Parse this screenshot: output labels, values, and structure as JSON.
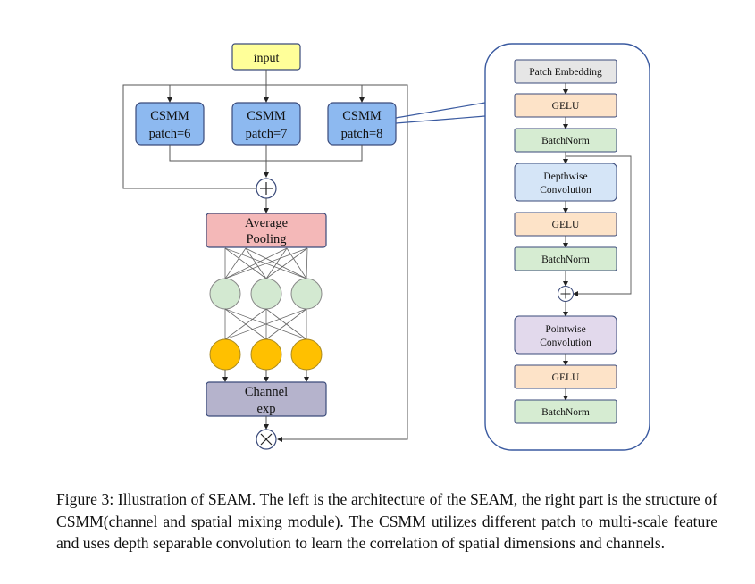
{
  "left_panel": {
    "input": "input",
    "csmm_boxes": [
      {
        "line1": "CSMM",
        "line2": "patch=6"
      },
      {
        "line1": "CSMM",
        "line2": "patch=7"
      },
      {
        "line1": "CSMM",
        "line2": "patch=8"
      }
    ],
    "average_pooling": {
      "line1": "Average",
      "line2": "Pooling"
    },
    "channel_exp": {
      "line1": "Channel",
      "line2": "exp"
    }
  },
  "right_panel": {
    "patch_embedding": "Patch Embedding",
    "gelu1": "GELU",
    "batchnorm1": "BatchNorm",
    "depthwise": {
      "line1": "Depthwise",
      "line2": "Convolution"
    },
    "gelu2": "GELU",
    "batchnorm2": "BatchNorm",
    "pointwise": {
      "line1": "Pointwise",
      "line2": "Convolution"
    },
    "gelu3": "GELU",
    "batchnorm3": "BatchNorm"
  },
  "colors": {
    "input_fill": "#ffff99",
    "csmm_fill": "#8db9f0",
    "pooling_fill": "#f4b8b8",
    "channel_exp_fill": "#b5b3cc",
    "node_green": "#d3e9d1",
    "node_orange": "#ffc000",
    "patch_embedding_fill": "#e6e6e6",
    "gelu_fill": "#fde3c8",
    "batchnorm_fill": "#d6ecd2",
    "depthwise_fill": "#d5e5f7",
    "pointwise_fill": "#e2d9ec",
    "stroke": "#3a4a7a"
  },
  "caption": "Figure 3: Illustration of SEAM. The left is the architecture of the SEAM, the right part is the structure of CSMM(channel and spatial mixing module). The CSMM utilizes different patch to multi-scale feature and uses depth separable convolution to learn the correlation of spatial dimensions and channels."
}
